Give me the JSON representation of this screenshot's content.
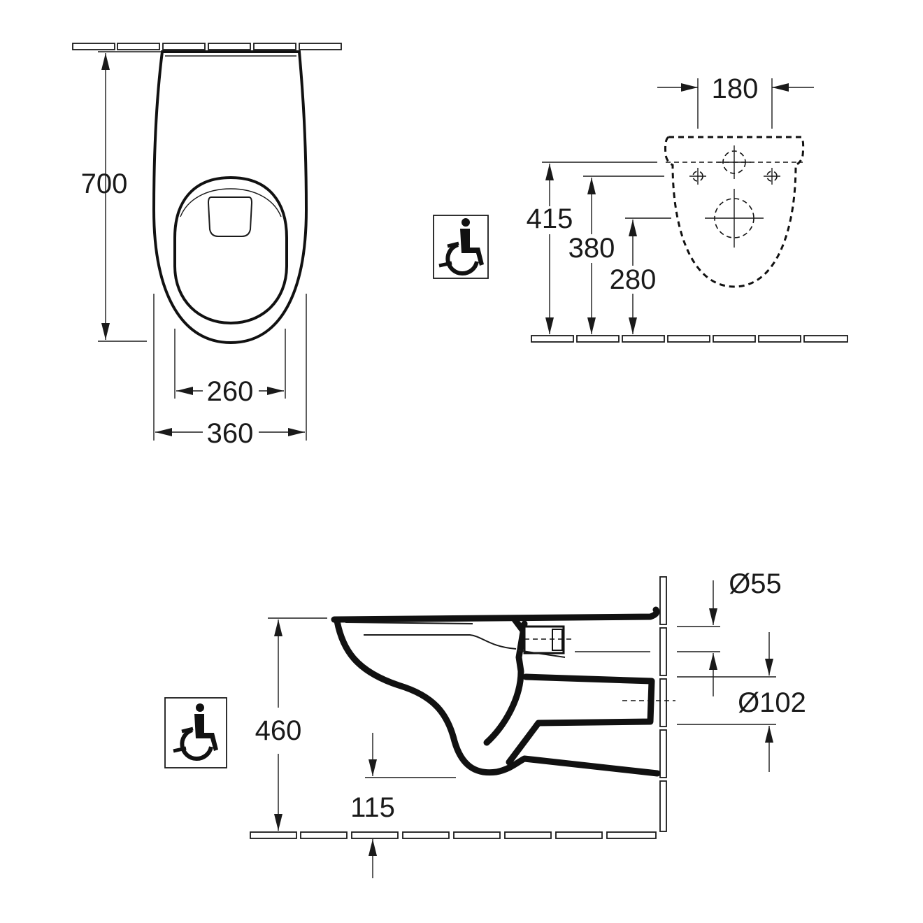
{
  "front_view": {
    "height_label": "700",
    "inner_width_label": "260",
    "outer_width_label": "360"
  },
  "wall_view": {
    "fixing_spacing_label": "180",
    "height_415_label": "415",
    "height_380_label": "380",
    "height_280_label": "280",
    "accessibility_icon": "wheelchair-icon"
  },
  "side_view": {
    "rim_height_label": "460",
    "bottom_clearance_label": "115",
    "inlet_diameter_label": "Ø55",
    "outlet_diameter_label": "Ø102",
    "accessibility_icon": "wheelchair-icon"
  }
}
